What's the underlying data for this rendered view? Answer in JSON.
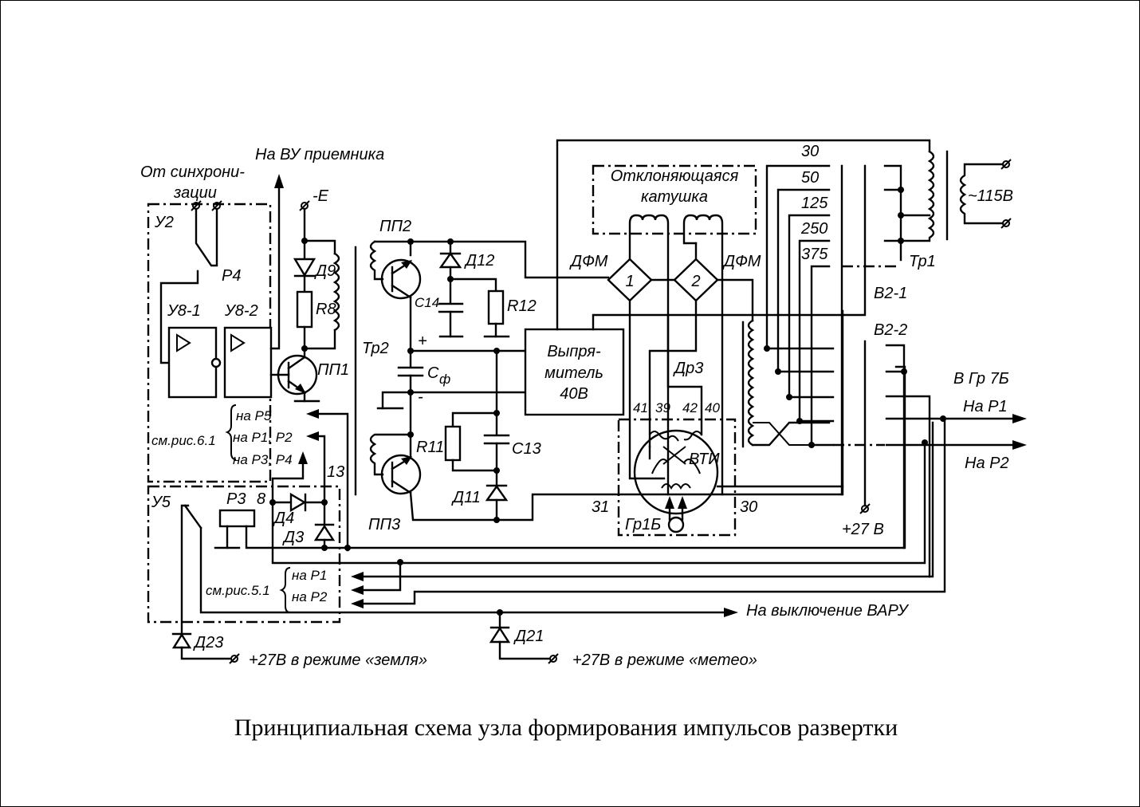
{
  "caption": "Принципиальная схема узла формирования импульсов развертки",
  "labels": {
    "to_vu_receiver": "На ВУ приемника",
    "from_sync_1": "От синхрони-",
    "from_sync_2": "зации",
    "minus_e": "-E",
    "u2": "У2",
    "p4": "Р4",
    "u8_1": "У8-1",
    "u8_2": "У8-2",
    "d9": "Д9",
    "r8": "R8",
    "pp1": "ПП1",
    "pp2": "ПП2",
    "pp3": "ПП3",
    "d12": "Д12",
    "c14": "С14",
    "r12": "R12",
    "tr2": "Тр2",
    "plus": "+",
    "minus": "-",
    "c_f": "С",
    "c_f_sub": "ф",
    "r11": "R11",
    "c13": "С13",
    "d11": "Д11",
    "rectifier_1": "Выпря-",
    "rectifier_2": "митель",
    "rectifier_3": "40В",
    "dfm_left": "ДФМ",
    "dfm_right": "ДФМ",
    "dfm_1": "1",
    "dfm_2": "2",
    "coil_1": "Отклоняющаяся",
    "coil_2": "катушка",
    "dr3": "Др3",
    "pin_41": "41",
    "pin_39": "39",
    "pin_42": "42",
    "pin_40": "40",
    "vti": "ВТИ",
    "pin_31": "31",
    "pin_30_bottom": "30",
    "gr1b": "Гр1Б",
    "range_30": "30",
    "range_50": "50",
    "range_125": "125",
    "range_250": "250",
    "range_375": "375",
    "tr1": "Тр1",
    "ac_115": "~115В",
    "b2_1": "В2-1",
    "b2_2": "В2-2",
    "to_gr7b": "В Гр 7Б",
    "to_p1": "На Р1",
    "to_p2": "На Р2",
    "plus27": "+27 В",
    "see_fig_61": "см.рис.6.1",
    "to_p5": "на Р5",
    "to_p1_p2": "на Р1, Р2",
    "to_p3_p4": "на Р3, Р4",
    "pin_13": "13",
    "pin_8": "8",
    "u5": "У5",
    "p3": "Р3",
    "d4": "Д4",
    "d3": "Д3",
    "see_fig_51": "см.рис.5.1",
    "na_p1": "на Р1",
    "na_p2": "на Р2",
    "varu_off": "На выключение ВАРУ",
    "d23": "Д23",
    "d21": "Д21",
    "ground_mode": "+27В в режиме «земля»",
    "meteo_mode": "+27В в режиме «метео»"
  }
}
